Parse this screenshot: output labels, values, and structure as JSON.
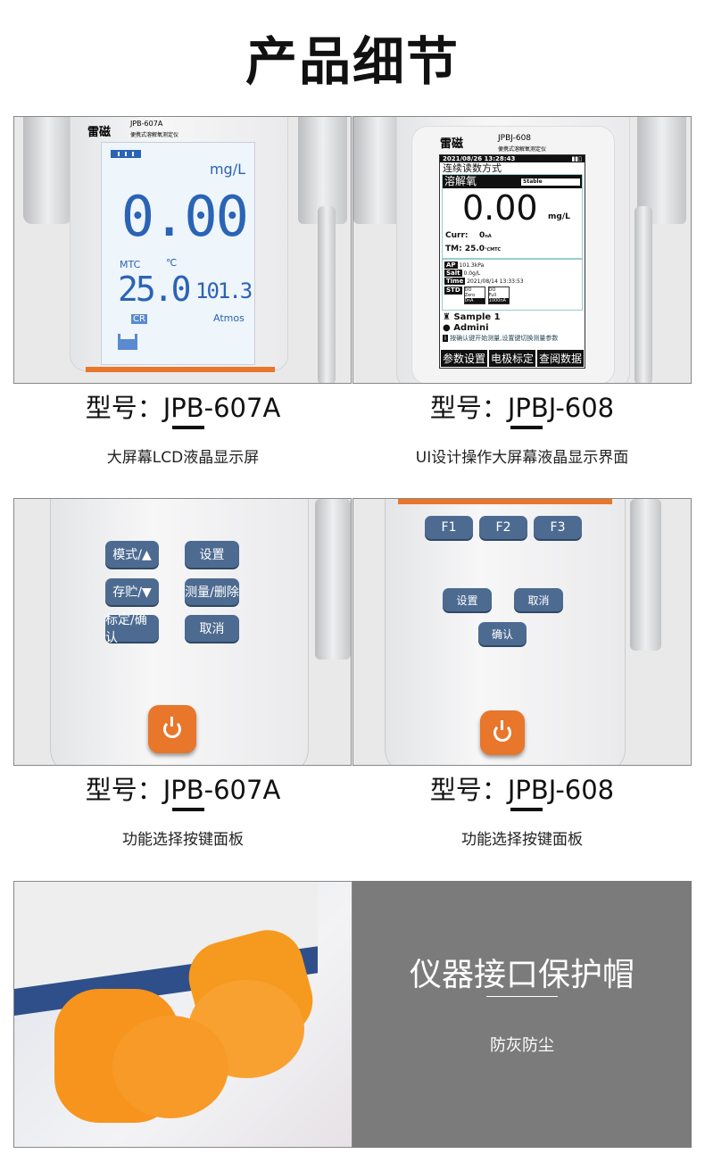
{
  "page_title": "产品细节",
  "section1": {
    "left": {
      "model_label": "型号：",
      "model": "JPB-607A",
      "desc": "大屏幕LCD液晶显示屏",
      "device": {
        "brand": "雷磁",
        "model": "JPB-607A",
        "name": "便携式溶解氧测定仪",
        "unit": "mg/L",
        "reading": "0.00",
        "temp_mode": "MTC",
        "temp_unit": "℃",
        "temp": "25.0",
        "pressure": "101.3",
        "pressure_unit": "Atmos",
        "cr_label": "CR"
      }
    },
    "right": {
      "model_label": "型号：",
      "model": "JPBJ-608",
      "desc": "UI设计操作大屏幕液晶显示界面",
      "device": {
        "brand": "雷磁",
        "model": "JPBJ-608",
        "name": "便携式溶解氧测定仪",
        "datetime": "2021/08/26 13:28:43",
        "mode": "连续读数方式",
        "param": "溶解氧",
        "stable": "Stable",
        "reading": "0.00",
        "unit": "mg/L",
        "curr_label": "Curr:",
        "curr": "0",
        "curr_unit": "nA",
        "tm_label": "TM:",
        "tm": "25.0",
        "tm_unit": "℃MTC",
        "ap_label": "AP",
        "ap": "101.3kPa",
        "salt_label": "Salt",
        "salt": "0.0g/L",
        "time_label": "Time",
        "time": "2021/08/14  13:33:53",
        "std_label": "STD",
        "std": [
          {
            "name": "DO",
            "sub": "Zero",
            "val": "0nA"
          },
          {
            "name": "DO",
            "sub": "Full",
            "val": "1000nA"
          }
        ],
        "sample": "Sample 1",
        "user": "Admini",
        "hint": "按确认键开始测量,设置键切换测量参数",
        "softkeys": [
          "参数设置",
          "电极标定",
          "查阅数据"
        ]
      }
    }
  },
  "section2": {
    "left": {
      "model_label": "型号：",
      "model": "JPB-607A",
      "desc": "功能选择按键面板",
      "keys": [
        "模式/▲",
        "设置",
        "存贮/▼",
        "测量/删除",
        "标定/确认",
        "取消"
      ]
    },
    "right": {
      "model_label": "型号：",
      "model": "JPBJ-608",
      "desc": "功能选择按键面板",
      "fkeys": [
        "F1",
        "F2",
        "F3"
      ],
      "keys": [
        "设置",
        "取消",
        "确认"
      ]
    }
  },
  "section3": {
    "title": "仪器接口保护帽",
    "desc": "防灰防尘"
  },
  "colors": {
    "accent_orange": "#e8762b",
    "key_blue": "#4d6b91",
    "lcd_blue": "#2b63b5",
    "gray_panel": "#7b7b7b"
  }
}
